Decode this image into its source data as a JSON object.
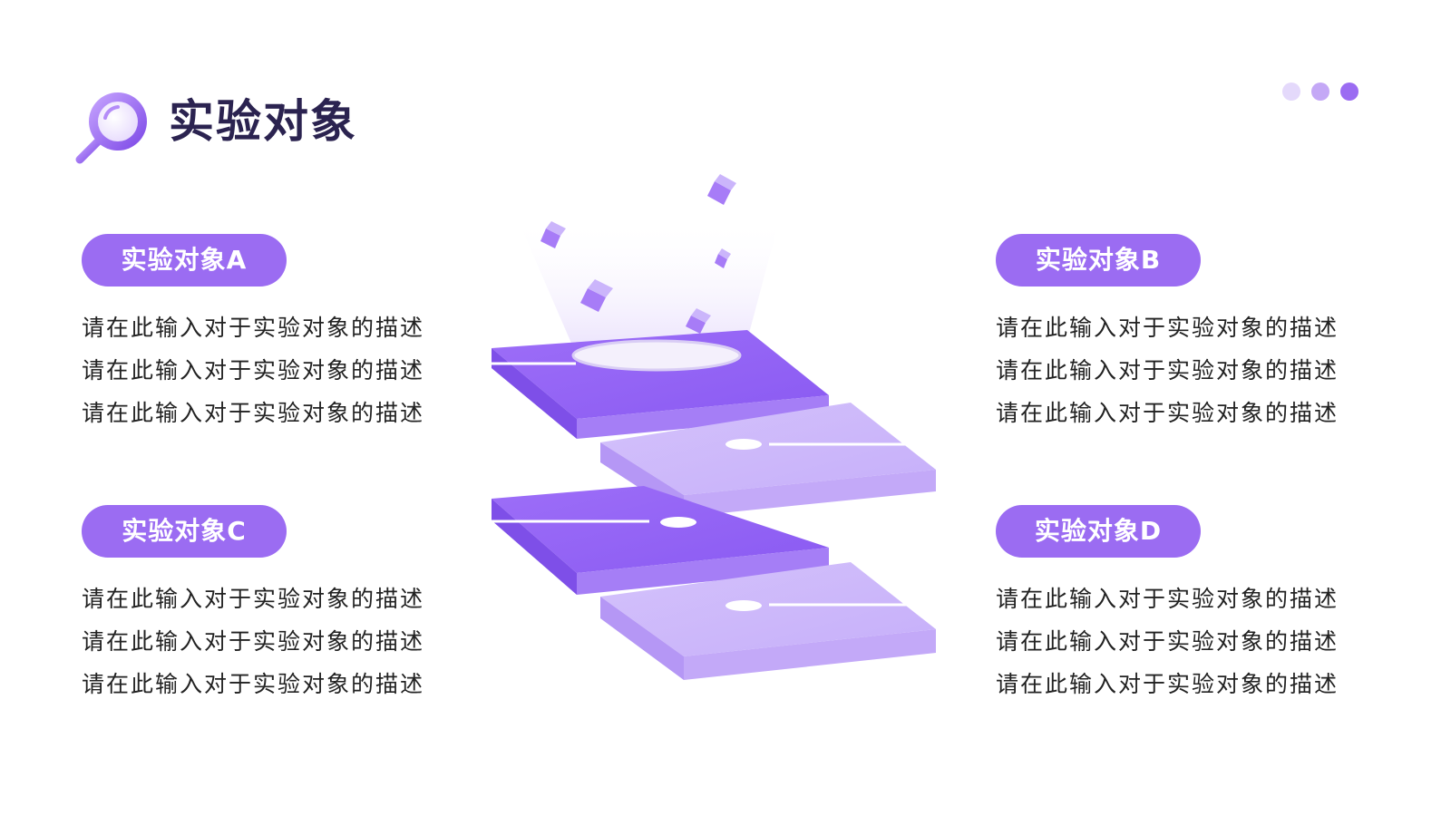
{
  "title": "实验对象",
  "colors": {
    "accent": "#9b6cf2",
    "accent_dark": "#7d4fe0",
    "accent_light": "#c9b3f7",
    "title_text": "#2b2350",
    "dot_1": "#e4d9fb",
    "dot_2": "#c4a8f6",
    "dot_3": "#9b6cf2"
  },
  "icons": {
    "title": "magnifier-icon"
  },
  "objects": [
    {
      "label": "实验对象A",
      "lines": [
        "请在此输入对于实验对象的描述",
        "请在此输入对于实验对象的描述",
        "请在此输入对于实验对象的描述"
      ]
    },
    {
      "label": "实验对象B",
      "lines": [
        "请在此输入对于实验对象的描述",
        "请在此输入对于实验对象的描述",
        "请在此输入对于实验对象的描述"
      ]
    },
    {
      "label": "实验对象C",
      "lines": [
        "请在此输入对于实验对象的描述",
        "请在此输入对于实验对象的描述",
        "请在此输入对于实验对象的描述"
      ]
    },
    {
      "label": "实验对象D",
      "lines": [
        "请在此输入对于实验对象的描述",
        "请在此输入对于实验对象的描述",
        "请在此输入对于实验对象的描述"
      ]
    }
  ]
}
